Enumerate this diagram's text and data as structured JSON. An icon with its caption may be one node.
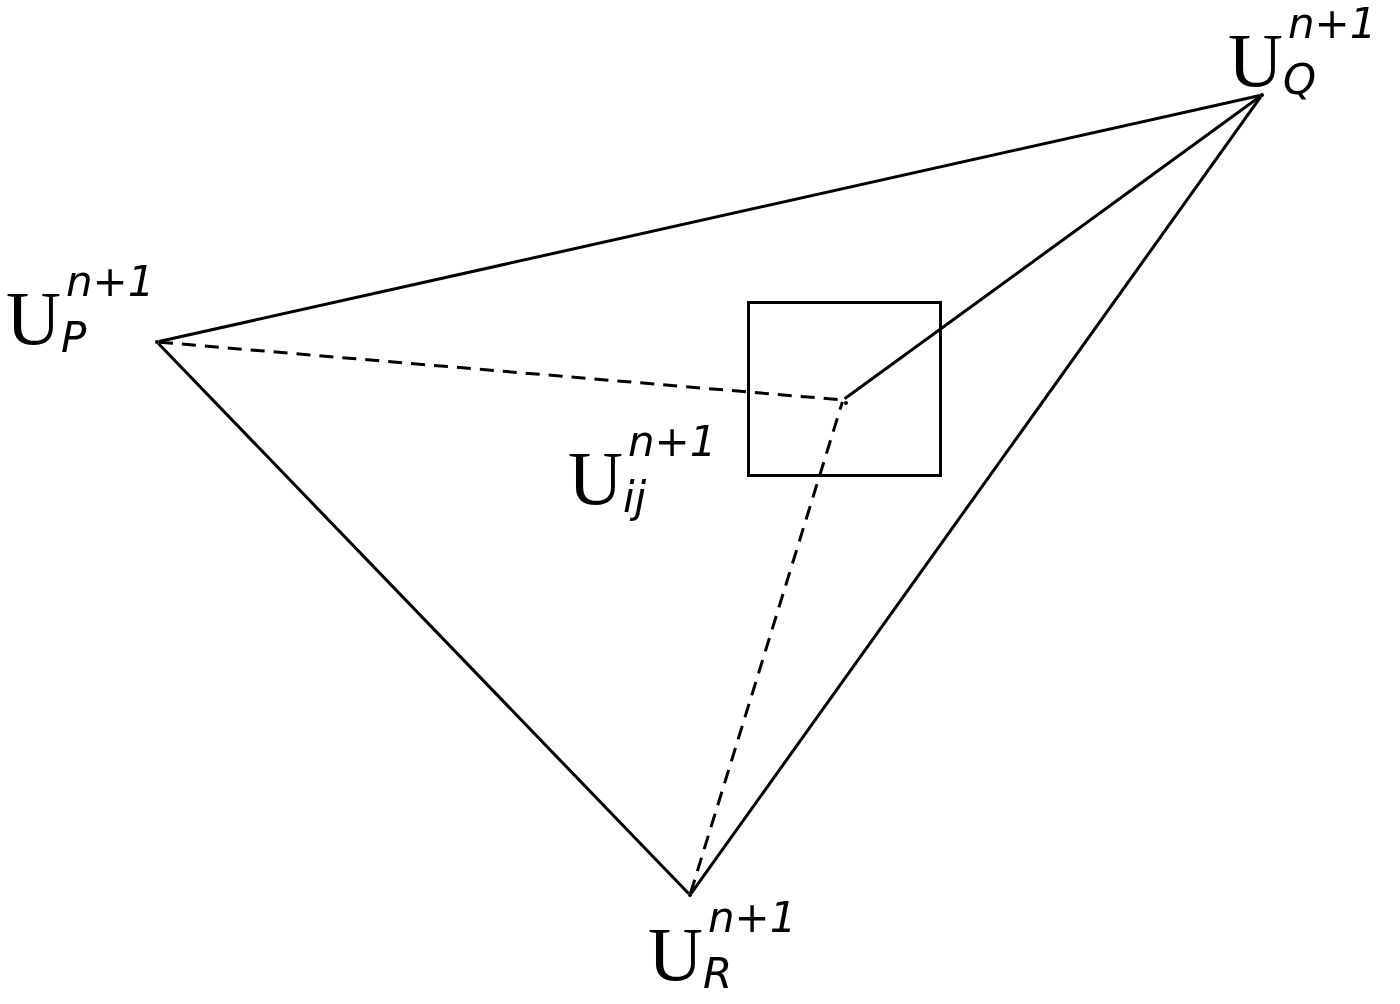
{
  "diagram": {
    "nodes": [
      {
        "text": [],
        "shape": "point",
        "beside": [
          "U$_{P}$$^{n+1}$"
        ]
      },
      {
        "text": [],
        "shape": "point",
        "beside": [
          "U$_{Q}$$^{n+1}$"
        ]
      },
      {
        "text": [],
        "shape": "box"
      },
      {
        "text": [],
        "shape": "point",
        "in": 2,
        "beside": [
          "U$_{ij}$$^{n+1}$"
        ]
      },
      {
        "text": [],
        "shape": "point",
        "beside": [
          "U$_{R}$$^{n+1}$"
        ]
      }
    ],
    "edges": [
      {
        "from": 0,
        "to": 1,
        "arrow": "none"
      },
      {
        "from": 0,
        "to": 4,
        "arrow": "none"
      },
      {
        "from": 4,
        "to": 1,
        "arrow": "none"
      },
      {
        "from": 3,
        "to": 1,
        "arrow": "none"
      },
      {
        "from": 0,
        "to": 3,
        "arrow": "none",
        "style": "dashed"
      },
      {
        "from": 4,
        "to": 3,
        "arrow": "none",
        "style": "dashed"
      }
    ]
  }
}
